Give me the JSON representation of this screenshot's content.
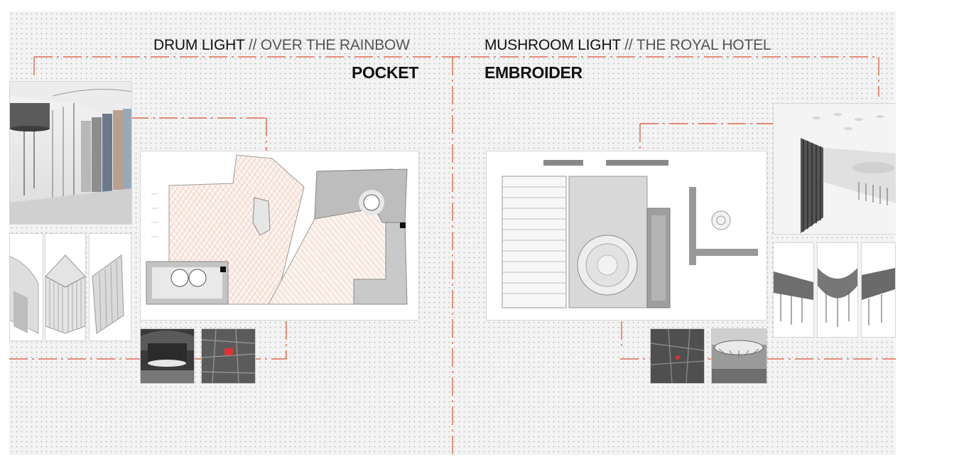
{
  "left": {
    "title_main": "DRUM LIGHT",
    "title_sep": "//",
    "title_project": "OVER THE RAINBOW",
    "subtitle": "POCKET"
  },
  "right": {
    "title_main": "MUSHROOM LIGHT",
    "title_sep": "//",
    "title_project": "THE ROYAL HOTEL",
    "subtitle": "EMBROIDER"
  },
  "colors": {
    "accent": "#d9502f",
    "background": "#f3f3f3",
    "dot": "#b9b9b9"
  }
}
